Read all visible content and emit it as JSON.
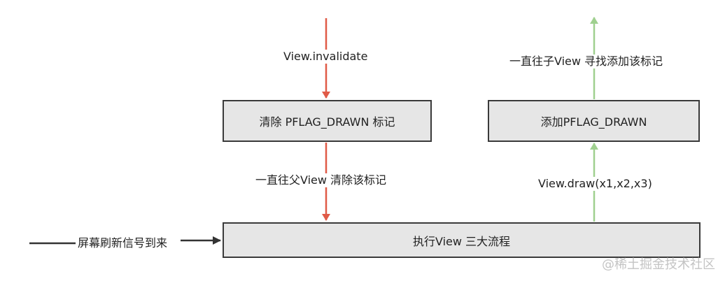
{
  "colors": {
    "down_arrow": "#e05a47",
    "up_arrow": "#9fd08f",
    "input_arrow": "#333333",
    "box_fill": "#e6e6e6",
    "box_border": "#3a3a3a"
  },
  "boxes": {
    "clear_flag": "清除 PFLAG_DRAWN 标记",
    "add_flag": "添加PFLAG_DRAWN",
    "main_flow": "执行View 三大流程"
  },
  "labels": {
    "invalidate": "View.invalidate",
    "to_parent": "一直往父View 清除该标记",
    "to_child": "一直往子View 寻找添加该标记",
    "draw": "View.draw(x1,x2,x3)",
    "vsync": "屏幕刷新信号到来"
  },
  "watermark": "@稀土掘金技术社区"
}
